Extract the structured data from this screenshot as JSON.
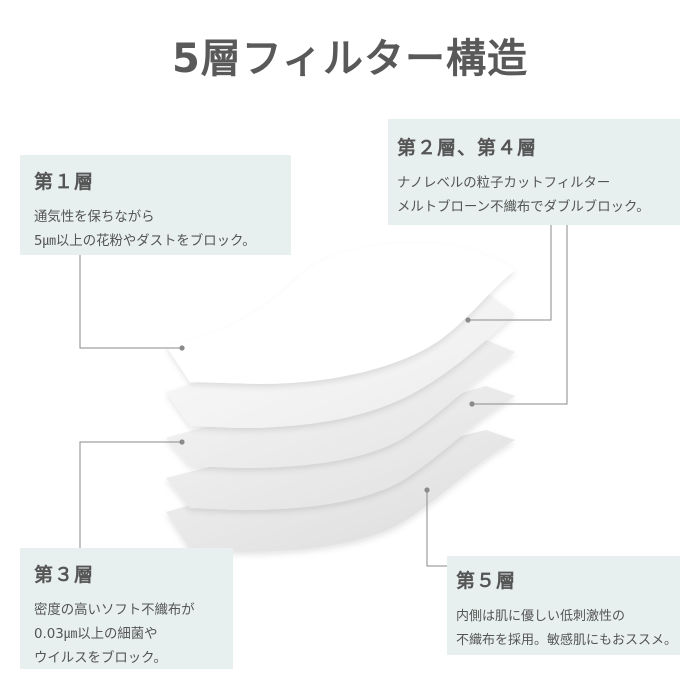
{
  "title": "5層フィルター構造",
  "colors": {
    "label_bg": "#e7f0ee",
    "leader_line": "#8a8a8a",
    "title_text": "#595959",
    "layer_white": "#ffffff",
    "layer_gray": "#e4e4e4"
  },
  "layers": {
    "layer1": {
      "heading": "第１層",
      "lines": [
        "通気性を保ちながら",
        "5㎛以上の花粉やダストをブロック。"
      ]
    },
    "layer2_4": {
      "heading": "第２層、第４層",
      "lines": [
        "ナノレベルの粒子カットフィルター",
        "メルトブローン不織布でダブルブロック。"
      ]
    },
    "layer3": {
      "heading": "第３層",
      "lines": [
        "密度の高いソフト不織布が",
        "0.03㎛以上の細菌や",
        "ウイルスをブロック。"
      ]
    },
    "layer5": {
      "heading": "第５層",
      "lines": [
        "内側は肌に優しい低刺激性の",
        "不織布を採用。敏感肌にもおススメ。"
      ]
    }
  }
}
